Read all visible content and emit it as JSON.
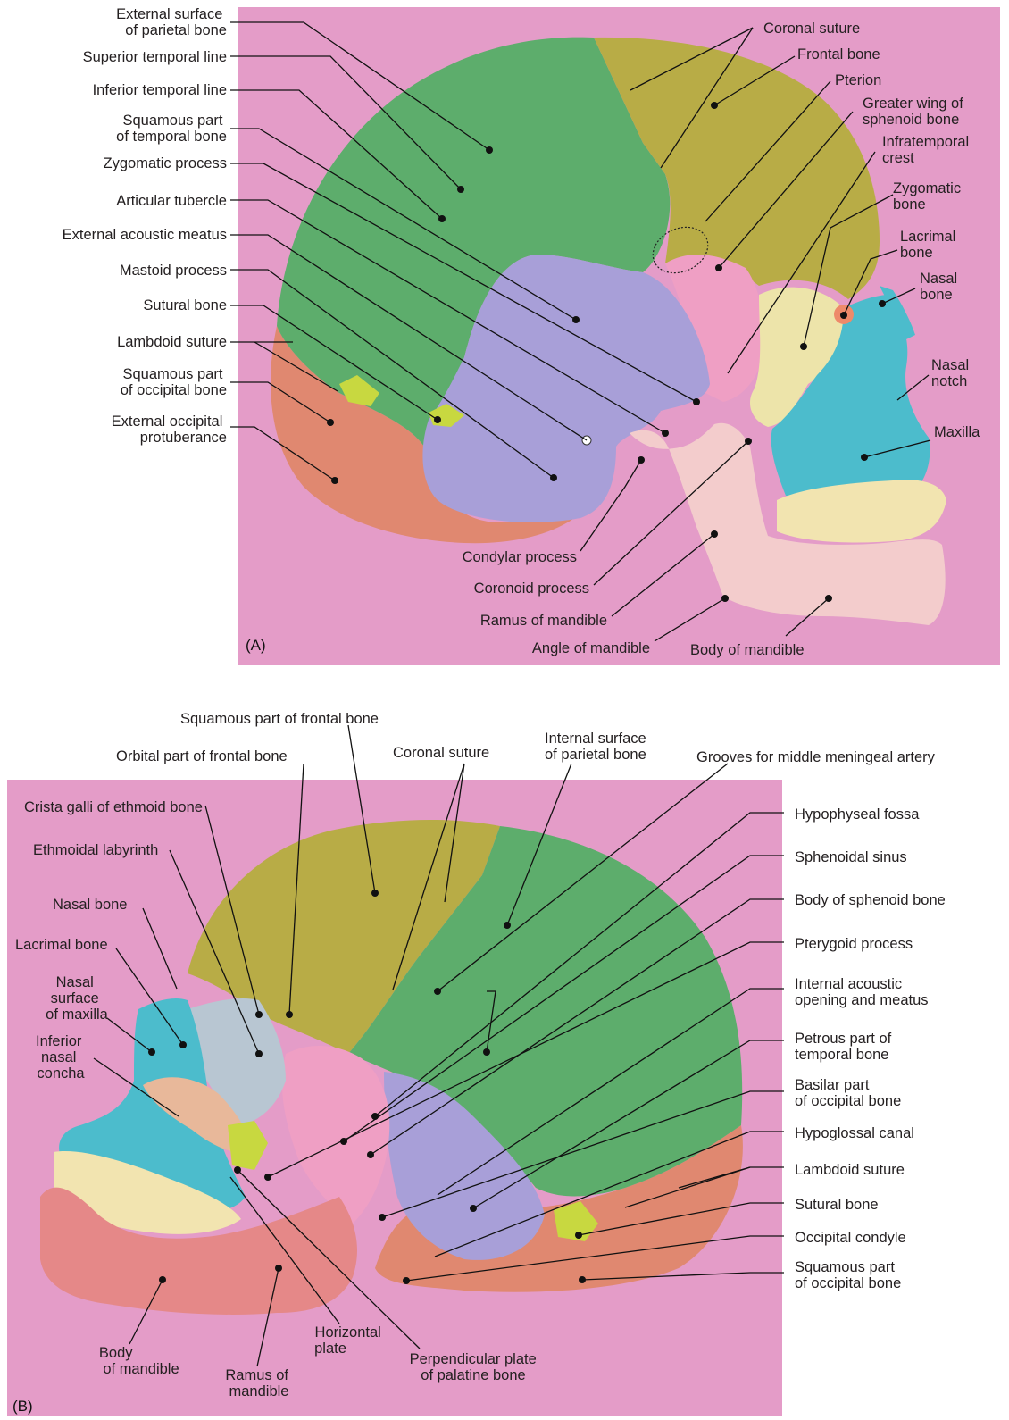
{
  "colors": {
    "background_panel": "#e49cc8",
    "parietal": "#5dad6c",
    "frontal": "#b8ac46",
    "temporal": "#a89fd8",
    "sphenoid": "#ef9fc4",
    "zygomatic": "#ede4aa",
    "maxilla": "#4cbccc",
    "mandible": "#f3cccc",
    "occipital": "#e08870",
    "ethmoid": "#b8c6d2",
    "sutural": "#c8d840",
    "lacrimal": "#ee8a6a",
    "teeth": "#f2e4b0"
  },
  "panel_a": {
    "tag": "(A)",
    "labels": {
      "external_surface_parietal": [
        "External surface",
        "of parietal bone"
      ],
      "superior_temporal_line": "Superior temporal line",
      "inferior_temporal_line": "Inferior temporal line",
      "squamous_temporal": [
        "Squamous part",
        "of temporal bone"
      ],
      "zygomatic_process": "Zygomatic process",
      "articular_tubercle": "Articular tubercle",
      "external_acoustic_meatus": "External acoustic meatus",
      "mastoid_process": "Mastoid process",
      "sutural_bone": "Sutural bone",
      "lambdoid_suture": "Lambdoid suture",
      "squamous_occipital": [
        "Squamous part",
        "of occipital bone"
      ],
      "external_occipital_protuberance": [
        "External occipital",
        "protuberance"
      ],
      "coronal_suture": "Coronal suture",
      "frontal_bone": "Frontal bone",
      "pterion": "Pterion",
      "greater_wing_sphenoid": [
        "Greater wing of",
        "sphenoid bone"
      ],
      "infratemporal_crest": [
        "Infratemporal",
        "crest"
      ],
      "zygomatic_bone": [
        "Zygomatic",
        "bone"
      ],
      "lacrimal_bone": [
        "Lacrimal",
        "bone"
      ],
      "nasal_bone": [
        "Nasal",
        "bone"
      ],
      "nasal_notch": [
        "Nasal",
        "notch"
      ],
      "maxilla": "Maxilla",
      "condylar_process": "Condylar process",
      "coronoid_process": "Coronoid process",
      "ramus_of_mandible": "Ramus of mandible",
      "angle_of_mandible": "Angle of mandible",
      "body_of_mandible": "Body of mandible"
    }
  },
  "panel_b": {
    "tag": "(B)",
    "labels": {
      "squamous_frontal": "Squamous part of frontal bone",
      "orbital_frontal": "Orbital part of frontal bone",
      "coronal_suture": "Coronal suture",
      "internal_surface_parietal": [
        "Internal surface",
        "of parietal bone"
      ],
      "grooves_middle_meningeal": "Grooves for middle meningeal artery",
      "crista_galli": "Crista galli of ethmoid bone",
      "ethmoidal_labyrinth": "Ethmoidal labyrinth",
      "nasal_bone": "Nasal bone",
      "lacrimal_bone": "Lacrimal bone",
      "nasal_surface_maxilla": [
        "Nasal",
        "surface",
        "of maxilla"
      ],
      "inferior_nasal_concha": [
        "Inferior",
        "nasal",
        "concha"
      ],
      "hypophyseal_fossa": "Hypophyseal fossa",
      "sphenoidal_sinus": "Sphenoidal sinus",
      "body_of_sphenoid": "Body of sphenoid bone",
      "pterygoid_process": "Pterygoid process",
      "internal_acoustic": [
        "Internal acoustic",
        "opening and meatus"
      ],
      "petrous_temporal": [
        "Petrous part of",
        "temporal bone"
      ],
      "basilar_occipital": [
        "Basilar part",
        "of occipital bone"
      ],
      "hypoglossal_canal": "Hypoglossal canal",
      "lambdoid_suture": "Lambdoid suture",
      "sutural_bone": "Sutural bone",
      "occipital_condyle": "Occipital condyle",
      "squamous_occipital": [
        "Squamous part",
        "of occipital bone"
      ],
      "body_of_mandible": [
        "Body",
        "of mandible"
      ],
      "ramus_of_mandible": [
        "Ramus of",
        "mandible"
      ],
      "horizontal_plate": [
        "Horizontal",
        "plate"
      ],
      "perpendicular_plate": [
        "Perpendicular plate",
        "of palatine bone"
      ]
    }
  }
}
